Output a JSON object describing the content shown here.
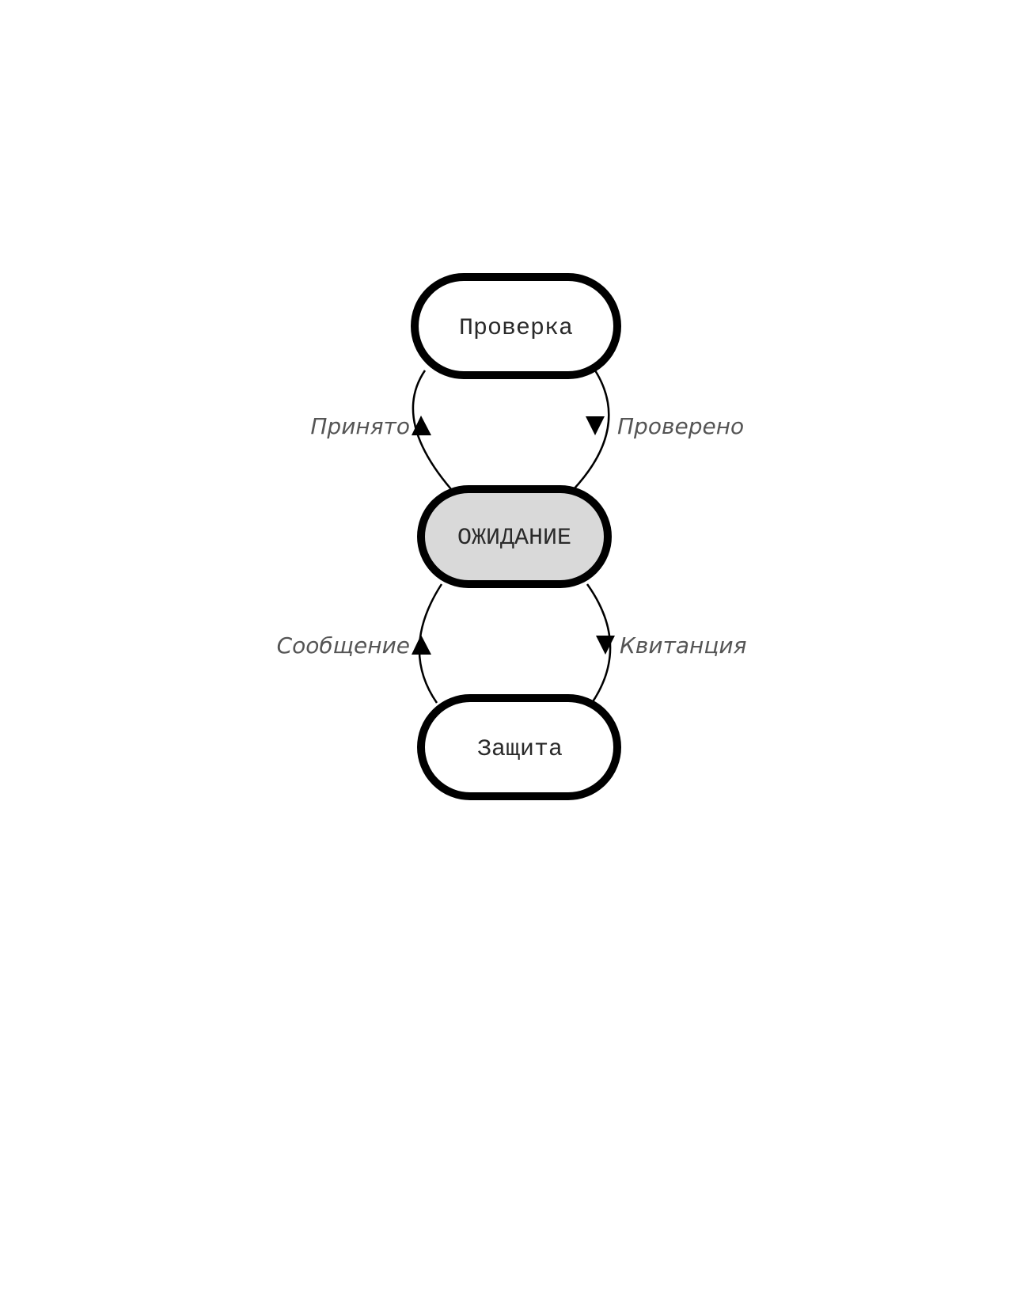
{
  "colors": {
    "state_fill": "#ffffff",
    "active_state_fill": "#d9d9d9",
    "stroke": "#000000",
    "edge_label_color": "#555555"
  },
  "states": {
    "top": "Проверка",
    "center": "ОЖИДАНИЕ",
    "bottom": "Защита"
  },
  "transitions": {
    "accepted": "Принято",
    "checked": "Проверено",
    "message": "Сообщение",
    "receipt": "Квитанция"
  }
}
